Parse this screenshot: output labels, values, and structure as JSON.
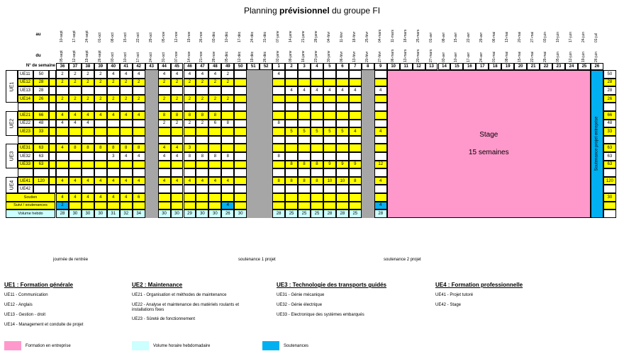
{
  "title_pre": "Planning ",
  "title_bold": "prévisionnel",
  "title_post": " du groupe FI",
  "labels": {
    "au": "au",
    "du": "du",
    "week": "N° de semaine"
  },
  "colors": {
    "yellow": "#ffff00",
    "gray": "#a6a6a6",
    "pink": "#ff99cc",
    "cyan": "#00b0f0",
    "light": "#ccffff"
  },
  "weeks": [
    "36",
    "37",
    "38",
    "39",
    "40",
    "41",
    "42",
    "43",
    "44",
    "45",
    "46",
    "47",
    "48",
    "49",
    "50",
    "51",
    "52",
    "1",
    "2",
    "3",
    "4",
    "5",
    "6",
    "7",
    "8",
    "9",
    "10",
    "11",
    "12",
    "13",
    "14",
    "15",
    "16",
    "17",
    "18",
    "19",
    "20",
    "21",
    "22",
    "23",
    "24",
    "25",
    "26"
  ],
  "from_dates": [
    "05-sept",
    "12-sept",
    "19-sept",
    "26-sept",
    "03-oct",
    "10-oct",
    "17-oct",
    "24-oct",
    "31-oct",
    "07-nov",
    "14-nov",
    "21-nov",
    "28-nov",
    "05-déc",
    "12-déc",
    "19-déc",
    "26-déc",
    "02-janv",
    "09-janv",
    "16-janv",
    "23-janv",
    "30-janv",
    "06-févr",
    "13-févr",
    "20-févr",
    "27-févr",
    "06-mars",
    "13-mars",
    "20-mars",
    "27-mars",
    "03-avr",
    "10-avr",
    "17-avr",
    "24-avr",
    "01-mai",
    "08-mai",
    "15-mai",
    "22-mai",
    "29-mai",
    "05-juin",
    "12-juin",
    "19-juin",
    "26-juin"
  ],
  "to_dates": [
    "10-sept",
    "17-sept",
    "24-sept",
    "01-oct",
    "08-oct",
    "15-oct",
    "22-oct",
    "29-oct",
    "05-nov",
    "12-nov",
    "19-nov",
    "26-nov",
    "03-déc",
    "10-déc",
    "17-déc",
    "24-déc",
    "31-déc",
    "07-janv",
    "14-janv",
    "21-janv",
    "28-janv",
    "04-févr",
    "11-févr",
    "18-févr",
    "25-févr",
    "04-mars",
    "11-mars",
    "18-mars",
    "25-mars",
    "01-avr",
    "08-avr",
    "15-avr",
    "22-avr",
    "29-avr",
    "06-mai",
    "13-mai",
    "20-mai",
    "27-mai",
    "03-juin",
    "10-juin",
    "17-juin",
    "24-juin",
    "01-juil"
  ],
  "groups": [
    {
      "name": "UE1",
      "rows": [
        0,
        3
      ]
    },
    {
      "name": "UE2",
      "rows": [
        5,
        7
      ]
    },
    {
      "name": "UE3",
      "rows": [
        9,
        11
      ]
    },
    {
      "name": "UE4",
      "rows": [
        13,
        14
      ]
    }
  ],
  "rows": [
    {
      "code": "UE11",
      "total": "50",
      "yellow": false,
      "v": {
        "0": "2",
        "1": "2",
        "2": "2",
        "3": "2",
        "4": "4",
        "5": "4",
        "6": "4",
        "8": "4",
        "9": "4",
        "10": "4",
        "11": "4",
        "12": "4",
        "13": "2",
        "17": "4"
      },
      "end": "50"
    },
    {
      "code": "UE12",
      "total": "28",
      "yellow": true,
      "v": {
        "0": "2",
        "1": "2",
        "2": "2",
        "3": "2",
        "4": "2",
        "5": "2",
        "6": "2",
        "8": "2",
        "9": "2",
        "10": "2",
        "11": "2",
        "12": "2",
        "13": "2"
      },
      "end": "28"
    },
    {
      "code": "UE13",
      "total": "28",
      "yellow": false,
      "v": {
        "18": "4",
        "19": "4",
        "20": "4",
        "21": "4",
        "22": "4",
        "23": "4",
        "25": "4"
      },
      "end": "28"
    },
    {
      "code": "UE14",
      "total": "26",
      "yellow": true,
      "v": {
        "0": "2",
        "1": "2",
        "2": "2",
        "3": "2",
        "4": "2",
        "5": "2",
        "6": "2",
        "8": "2",
        "9": "2",
        "10": "2",
        "11": "2",
        "12": "2",
        "13": "2"
      },
      "end": "26"
    },
    {
      "code": "",
      "total": "",
      "yellow": false,
      "v": {},
      "end": ""
    },
    {
      "code": "UE21",
      "total": "66",
      "yellow": true,
      "v": {
        "0": "4",
        "1": "4",
        "2": "4",
        "3": "4",
        "4": "4",
        "5": "4",
        "6": "4",
        "8": "8",
        "9": "8",
        "10": "8",
        "11": "8",
        "12": "8"
      },
      "end": "66"
    },
    {
      "code": "UE22",
      "total": "48",
      "yellow": false,
      "v": {
        "0": "4",
        "1": "4",
        "2": "4",
        "8": "2",
        "9": "2",
        "10": "2",
        "11": "2",
        "12": "6",
        "13": "8",
        "17": "8"
      },
      "end": "48"
    },
    {
      "code": "UE23",
      "total": "33",
      "yellow": true,
      "v": {
        "18": "5",
        "19": "5",
        "20": "5",
        "21": "5",
        "22": "5",
        "23": "4",
        "25": "4"
      },
      "end": "33"
    },
    {
      "code": "",
      "total": "",
      "yellow": false,
      "v": {},
      "end": ""
    },
    {
      "code": "UE31",
      "total": "63",
      "yellow": true,
      "v": {
        "0": "4",
        "1": "8",
        "2": "8",
        "3": "8",
        "4": "8",
        "5": "8",
        "6": "8",
        "8": "4",
        "9": "4",
        "10": "3"
      },
      "end": "63"
    },
    {
      "code": "UE32",
      "total": "63",
      "yellow": false,
      "v": {
        "4": "3",
        "5": "4",
        "6": "4",
        "8": "4",
        "9": "4",
        "10": "8",
        "11": "8",
        "12": "8",
        "13": "8",
        "17": "8"
      },
      "end": "63"
    },
    {
      "code": "UE33",
      "total": "63",
      "yellow": true,
      "v": {
        "18": "8",
        "19": "8",
        "20": "8",
        "21": "9",
        "22": "9",
        "23": "9",
        "25": "12"
      },
      "end": "63"
    },
    {
      "code": "",
      "total": "",
      "yellow": false,
      "v": {},
      "end": ""
    },
    {
      "code": "UE41",
      "total": "120",
      "yellow": true,
      "v": {
        "0": "4",
        "1": "4",
        "2": "4",
        "3": "4",
        "4": "4",
        "5": "4",
        "6": "4",
        "8": "4",
        "9": "4",
        "10": "4",
        "11": "4",
        "12": "4",
        "13": "4",
        "17": "8",
        "18": "8",
        "19": "8",
        "20": "8",
        "21": "10",
        "22": "10",
        "23": "8",
        "25": "4"
      },
      "end": "120"
    },
    {
      "code": "UE42",
      "total": "",
      "yellow": false,
      "v": {},
      "end": ""
    },
    {
      "code": "Soutien",
      "total": "",
      "yellow": true,
      "wide": true,
      "v": {
        "0": "4",
        "1": "4",
        "2": "4",
        "3": "4",
        "4": "4",
        "5": "4",
        "6": "6"
      },
      "end": "30"
    },
    {
      "code": "Suivi / soutenances",
      "total": "",
      "yellow": true,
      "wide": true,
      "v": {
        "0": "2",
        "13": "4",
        "25": "4"
      },
      "cyan": [
        0,
        13,
        25
      ],
      "end": ""
    },
    {
      "code": "Volume hebdo",
      "total": "",
      "yellow": false,
      "wide": true,
      "light": true,
      "v": {
        "0": "28",
        "1": "30",
        "2": "30",
        "3": "30",
        "4": "31",
        "5": "32",
        "6": "34",
        "8": "30",
        "9": "30",
        "10": "29",
        "11": "30",
        "12": "30",
        "13": "26",
        "14": "30",
        "17": "28",
        "18": "25",
        "19": "25",
        "20": "25",
        "21": "28",
        "22": "28",
        "23": "25",
        "25": "28"
      },
      "end": ""
    }
  ],
  "stage": {
    "line1": "Stage",
    "line2": "15 semaines"
  },
  "vertical": "Soutenance projet entreprise",
  "notes": {
    "n1": "journée de rentrée",
    "n2": "soutenance 1 projet",
    "n3": "soutenance 2 projet"
  },
  "legend": [
    {
      "title": "UE1 : Formation générale",
      "items": [
        "UE11 - Communication",
        "UE12 - Anglais",
        "UE13 - Gestion - droit",
        "UE14 - Management et conduite de projet"
      ]
    },
    {
      "title": "UE2 : Maintenance",
      "items": [
        "UE21 - Organisation et méthodes de maintenance",
        "UE22 - Analyse et maintenance des matériels roulants et installations fixes",
        "UE23 - Sûreté de fonctionnement"
      ]
    },
    {
      "title": "UE3 : Technologie des transports guidés",
      "items": [
        "UE31 - Génie mécanique",
        "UE32 - Génie électrique",
        "UE33 - Electronique des systèmes embarqués"
      ]
    },
    {
      "title": "UE4 : Formation professionnelle",
      "items": [
        "UE41 - Projet tutoré",
        "UE42 - Stage"
      ]
    }
  ],
  "swatches": [
    {
      "label": "Formation en entreprise",
      "color": "#ff99cc"
    },
    {
      "label": "Volume horaire hebdomadaire",
      "color": "#ccffff"
    },
    {
      "label": "Soutenances",
      "color": "#00b0f0"
    }
  ]
}
